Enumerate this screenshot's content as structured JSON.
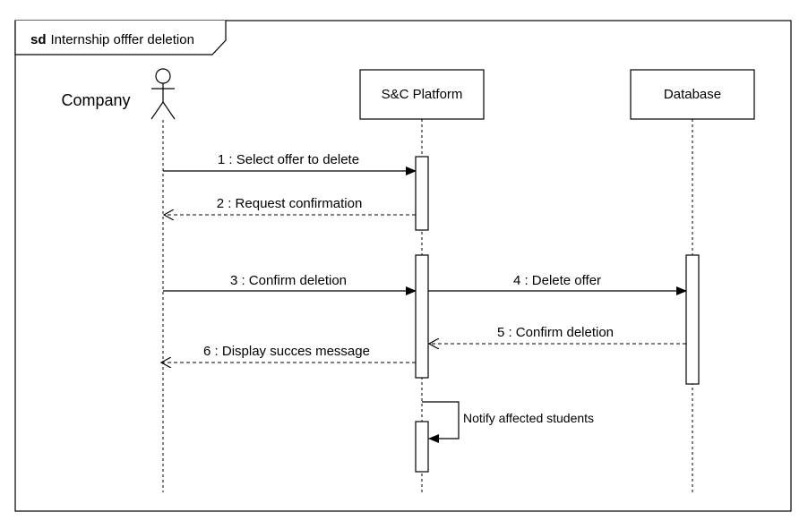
{
  "frame": {
    "keyword": "sd",
    "title": "Internship offfer deletion"
  },
  "participants": [
    {
      "id": "company",
      "kind": "actor",
      "label": "Company"
    },
    {
      "id": "platform",
      "kind": "box",
      "label": "S&C Platform"
    },
    {
      "id": "database",
      "kind": "box",
      "label": "Database"
    }
  ],
  "messages": [
    {
      "text": "1 : Select offer to delete",
      "from": "company",
      "to": "platform",
      "type": "sync"
    },
    {
      "text": "2 : Request confirmation",
      "from": "platform",
      "to": "company",
      "type": "return"
    },
    {
      "text": "3 : Confirm deletion",
      "from": "company",
      "to": "platform",
      "type": "sync"
    },
    {
      "text": "4 : Delete offer",
      "from": "platform",
      "to": "database",
      "type": "sync"
    },
    {
      "text": "5 : Confirm deletion",
      "from": "database",
      "to": "platform",
      "type": "return"
    },
    {
      "text": "6 : Display succes message",
      "from": "platform",
      "to": "company",
      "type": "return"
    },
    {
      "text": "Notify affected students",
      "from": "platform",
      "to": "platform",
      "type": "self"
    }
  ]
}
